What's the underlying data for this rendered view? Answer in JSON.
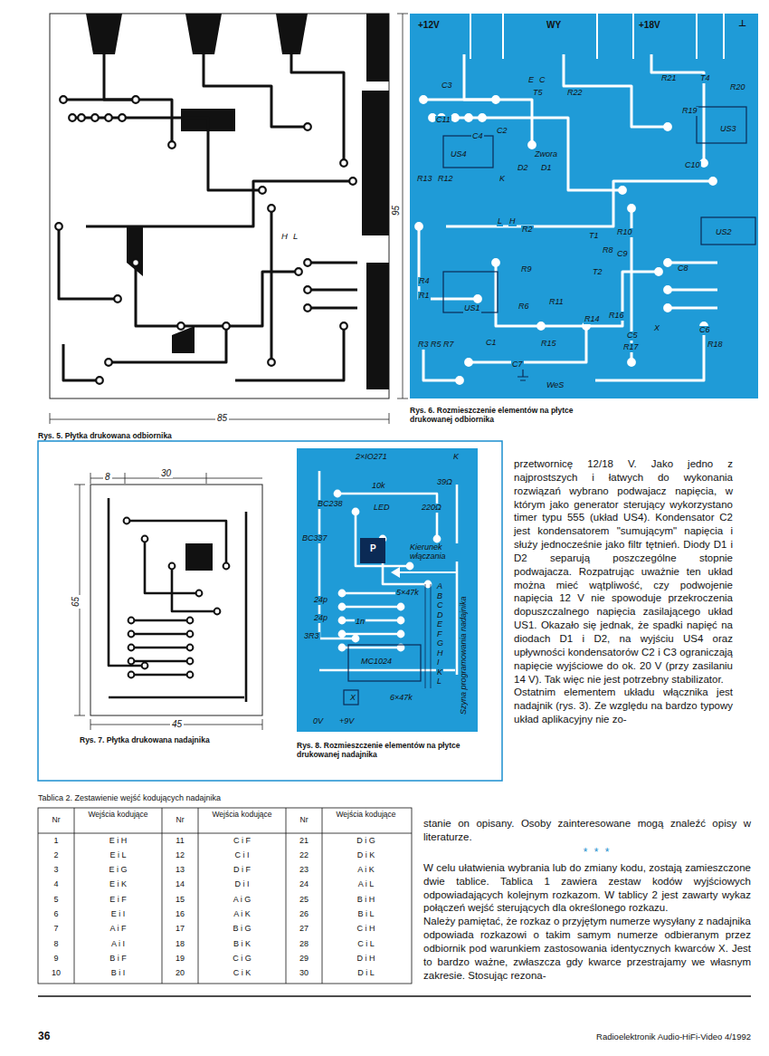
{
  "diagram": {
    "labels": [
      "95",
      "85",
      "H",
      "L",
      "Rys. 5. Płytka drukowana odbiornika",
      "+12V",
      "WY",
      "+18V",
      "⊥",
      "C3",
      "E",
      "C",
      "T5",
      "R22",
      "R21",
      "T4",
      "R20",
      "C11",
      "C4",
      "C2",
      "US4",
      "Zwora",
      "R19",
      "US3",
      "C10",
      "D2",
      "D1",
      "K",
      "R13",
      "R12",
      "L",
      "H",
      "R2",
      "T1",
      "R10",
      "US2",
      "R8",
      "C9",
      "R9",
      "T2",
      "C8",
      "R4",
      "R1",
      "R6",
      "R11",
      "US1",
      "R14",
      "R16",
      "X",
      "C5",
      "C6",
      "R3",
      "R5",
      "R7",
      "C1",
      "R15",
      "R17",
      "R18",
      "C7",
      "WeS",
      "Rys. 6. Rozmieszczenie elementów na płytce drukowanej odbiornika",
      "30",
      "8",
      "65",
      "45",
      "Rys. 7. Płytka drukowana nadajnika",
      "2×IO271",
      "K",
      "10k",
      "39Ω",
      "BC238",
      "LED",
      "220Ω",
      "BC337",
      "P",
      "Kierunek włączania",
      "5×47k",
      "24p",
      "24p",
      "1n",
      "3R3",
      "MC1024",
      "X",
      "6×47k",
      "0V",
      "+9V",
      "Szyna programowania nadajnika",
      "A",
      "B",
      "C",
      "D",
      "E",
      "F",
      "G",
      "H",
      "I",
      "K",
      "L",
      "Rys. 8. Rozmieszczenie elementów na płytce drukowanej nadajnika",
      "przetwornicę 12/18 V. Jako jedno z najprostszych i łatwych do wykonania rozwiązań wybrano podwajacz napięcia, w którym jako generator sterujący wykorzystano timer typu 555 (układ US4). Kondensator C2 jest kondensatorem \"sumującym\" napięcia i służy jednocześnie jako filtr tętnień. Diody D1 i D2 separują poszczególne stopnie podwajacza. Rozpatrując uważnie ten układ można mieć wątpliwość, czy podwojenie napięcia 12 V nie spowoduje przekroczenia dopuszczalnego napięcia zasilającego układ US1. Okazało się jednak, że spadki napięć na diodach D1 i D2, na wyjściu US4 oraz upływności kondensatorów C2 i C3 ograniczają napięcie wyjściowe do ok. 20 V (przy zasilaniu 14 V). Tak więc nie jest potrzebny stabilizator.",
      "Ostatnim elementem układu włącznika jest nadajnik (rys. 3). Ze względu na bardzo typowy układ aplikacyjny nie zo-",
      "stanie on opisany. Osoby zainteresowane mogą znaleźć opisy w literaturze.",
      "* * *",
      "W celu ułatwienia wybrania lub do zmiany kodu, zostają zamieszczone dwie tablice. Tablica 1 zawiera zestaw kodów wyjściowych odpowiadających kolejnym rozkazom. W tablicy 2 jest zawarty wykaz połączeń wejść sterujących dla określonego rozkazu.",
      "Należy pamiętać, że rozkaz o przyjętym numerze wysyłany z nadajnika odpowiada rozkazowi o takim samym numerze odbieranym przez odbiornik pod warunkiem zastosowania identycznych kwarców X. Jest to bardzo ważne, zwłaszcza gdy kwarce przestrajamy we własnym zakresie. Stosując rezona-",
      "Tablica 2. Zestawienie wejść kodujących nadajnika",
      "Nr",
      "Wejścia kodujące",
      "Nr",
      "Wejścia kodujące",
      "Nr",
      "Wejścia kodujące",
      "1",
      "E i H",
      "11",
      "C i F",
      "21",
      "D i G",
      "2",
      "E i L",
      "12",
      "C i I",
      "22",
      "D i K",
      "3",
      "E i G",
      "13",
      "D i F",
      "23",
      "A i K",
      "4",
      "E i K",
      "14",
      "D i I",
      "24",
      "A i L",
      "5",
      "E i F",
      "15",
      "A i G",
      "25",
      "B i H",
      "6",
      "E i I",
      "16",
      "A i K",
      "26",
      "B i L",
      "7",
      "A i F",
      "17",
      "B i G",
      "27",
      "C i H",
      "8",
      "A i I",
      "18",
      "B i K",
      "28",
      "C i L",
      "9",
      "B i F",
      "19",
      "C i G",
      "29",
      "D i H",
      "10",
      "B i I",
      "20",
      "C i K",
      "30",
      "D i L",
      "36",
      "Radioelektronik Audio-HiFi-Video 4/1992"
    ]
  }
}
